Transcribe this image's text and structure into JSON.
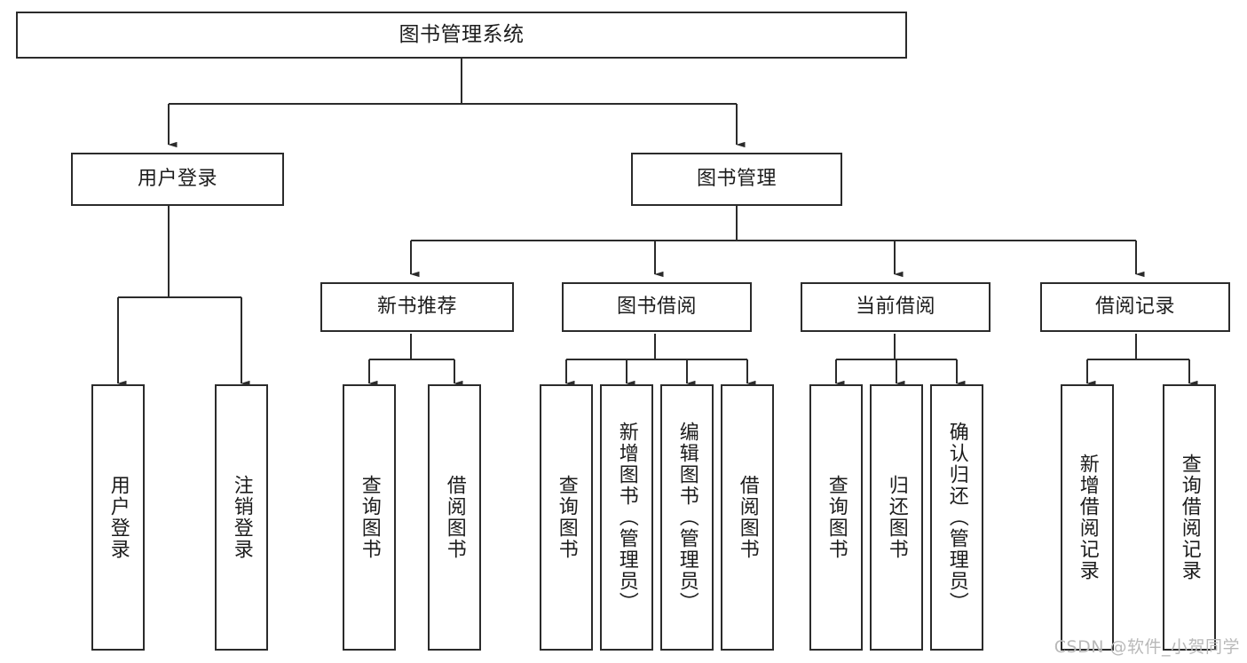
{
  "diagram": {
    "type": "tree-hierarchy",
    "title": "图书管理系统",
    "orientation": "top-down",
    "colors": {
      "stroke": "#2b2b2b",
      "fill": "#ffffff",
      "text": "#1c1c1c",
      "watermark": "#b9b9b9",
      "background": "#ffffff"
    },
    "watermark": "CSDN @软件_小贺同学",
    "root": {
      "label": "图书管理系统"
    },
    "level1": [
      {
        "label": "用户登录"
      },
      {
        "label": "图书管理"
      }
    ],
    "level2": [
      {
        "label": "新书推荐"
      },
      {
        "label": "图书借阅"
      },
      {
        "label": "当前借阅"
      },
      {
        "label": "借阅记录"
      }
    ],
    "leaves": {
      "user_login": [
        {
          "label": "用户登录"
        },
        {
          "label": "注销登录"
        }
      ],
      "new_book": [
        {
          "label": "查询图书"
        },
        {
          "label": "借阅图书"
        }
      ],
      "book_borrow": [
        {
          "label": "查询图书"
        },
        {
          "label": "新增图书（管理员）"
        },
        {
          "label": "编辑图书（管理员）"
        },
        {
          "label": "借阅图书"
        }
      ],
      "current_borrow": [
        {
          "label": "查询图书"
        },
        {
          "label": "归还图书"
        },
        {
          "label": "确认归还（管理员）"
        }
      ],
      "borrow_record": [
        {
          "label": "新增借阅记录"
        },
        {
          "label": "查询借阅记录"
        }
      ]
    }
  }
}
